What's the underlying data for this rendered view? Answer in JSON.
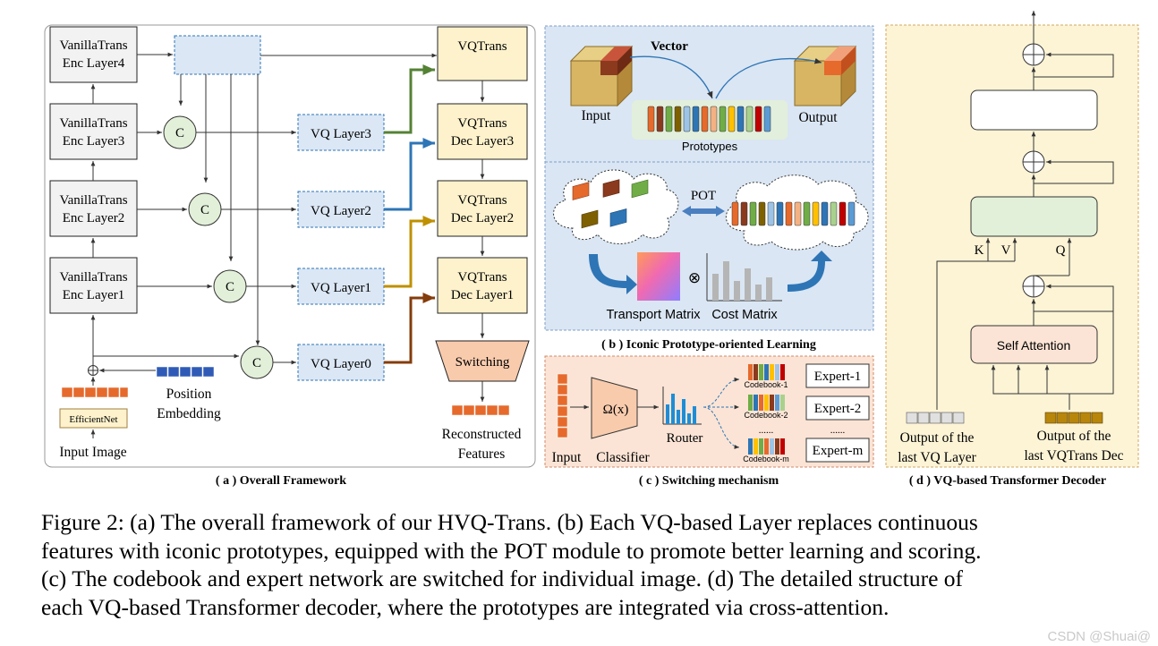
{
  "panel_a": {
    "enc_layers": [
      "VanillaTrans\nEnc Layer4",
      "VanillaTrans\nEnc Layer3",
      "VanillaTrans\nEnc Layer2",
      "VanillaTrans\nEnc Layer1"
    ],
    "vq_layers": [
      "VQ Layer3",
      "VQ Layer2",
      "VQ Layer1",
      "VQ Layer0"
    ],
    "dec_layers": [
      "VQTrans",
      "VQTrans\nDec Layer3",
      "VQTrans\nDec Layer2",
      "VQTrans\nDec Layer1"
    ],
    "concat_symbol": "C",
    "switching": "Switching",
    "reconstructed": "Reconstructed\nFeatures",
    "efficientnet": "EfficientNet",
    "input_image": "Input Image",
    "position_embedding": "Position\nEmbedding",
    "caption": "( a ) Overall Framework"
  },
  "panel_b": {
    "vector": "Vector",
    "input": "Input",
    "output": "Output",
    "prototypes": "Prototypes",
    "pot": "POT",
    "transport_matrix": "Transport Matrix",
    "cost_matrix": "Cost Matrix",
    "otimes": "⊗",
    "caption": "( b ) Iconic Prototype-oriented Learning"
  },
  "panel_c": {
    "omega": "Ω(x)",
    "input": "Input",
    "classifier": "Classifier",
    "router": "Router",
    "codebooks": [
      "Codebook-1",
      "Codebook-2",
      "Codebook-m"
    ],
    "ellipsis": "......",
    "experts": [
      "Expert-1",
      "Expert-2",
      "Expert-m"
    ],
    "caption": "( c ) Switching mechanism"
  },
  "panel_d": {
    "self_attention": "Self Attention",
    "k": "K",
    "v": "V",
    "q": "Q",
    "out_vq": "Output of the\nlast VQ Layer",
    "out_dec": "Output of the\nlast VQTrans Dec",
    "caption": "( d ) VQ-based Transformer Decoder"
  },
  "caption_lines": [
    "Figure 2: (a) The overall framework of our HVQ-Trans. (b) Each VQ-based Layer replaces continuous",
    "features with iconic prototypes, equipped with the POT module to promote better learning and scoring.",
    "(c) The codebook and expert network are switched for individual image. (d) The detailed structure of",
    "each VQ-based Transformer decoder, where the prototypes are integrated via cross-attention."
  ],
  "watermark": "CSDN @Shuai@",
  "colors": {
    "enc_fill": "#f2f2f2",
    "vq_fill": "#dbe7f5",
    "dec_fill": "#fdf2cc",
    "concat_fill": "#e2f0d9",
    "switch_fill": "#f8cbad",
    "panel_b_fill": "#dae6f3",
    "panel_c_fill": "#fbe4d5",
    "panel_d_fill": "#fdf4d6",
    "green_arrow": "#548235",
    "blue_arrow": "#2e75b6",
    "gold_arrow": "#bf9000",
    "brown_arrow": "#843c0c"
  }
}
